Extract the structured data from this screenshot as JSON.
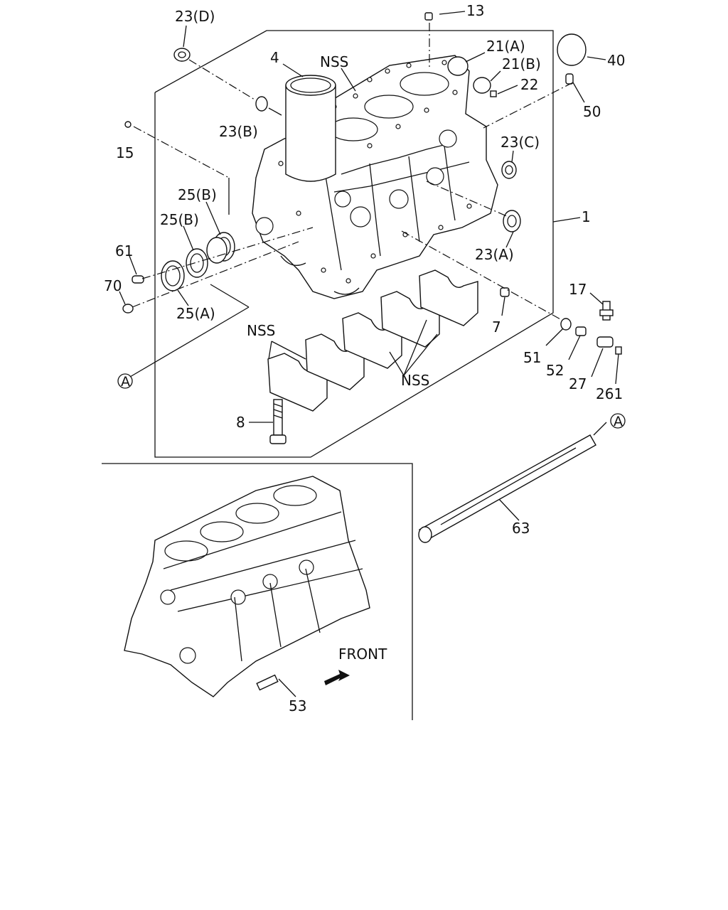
{
  "callouts": {
    "c23d": "23(D)",
    "c13": "13",
    "c21a": "21(A)",
    "c21b": "21(B)",
    "c40": "40",
    "c4": "4",
    "nss_top": "NSS",
    "c22": "22",
    "c50": "50",
    "c23b": "23(B)",
    "c23c": "23(C)",
    "c15": "15",
    "c25b_1": "25(B)",
    "c25b_2": "25(B)",
    "c1": "1",
    "c61": "61",
    "c23a": "23(A)",
    "c70": "70",
    "c25a": "25(A)",
    "c17": "17",
    "c7": "7",
    "nss_left": "NSS",
    "c51": "51",
    "c52": "52",
    "c27": "27",
    "nss_bottom": "NSS",
    "c261": "261",
    "ref_a_left": "A",
    "ref_a_right": "A",
    "c8": "8",
    "c63": "63",
    "front": "FRONT",
    "c53": "53"
  },
  "icons": {
    "front_arrow": "front-arrow-icon",
    "ref_marker": "circled-reference-marker-icon"
  },
  "colors": {
    "ink": "#111111",
    "paper": "#ffffff"
  }
}
